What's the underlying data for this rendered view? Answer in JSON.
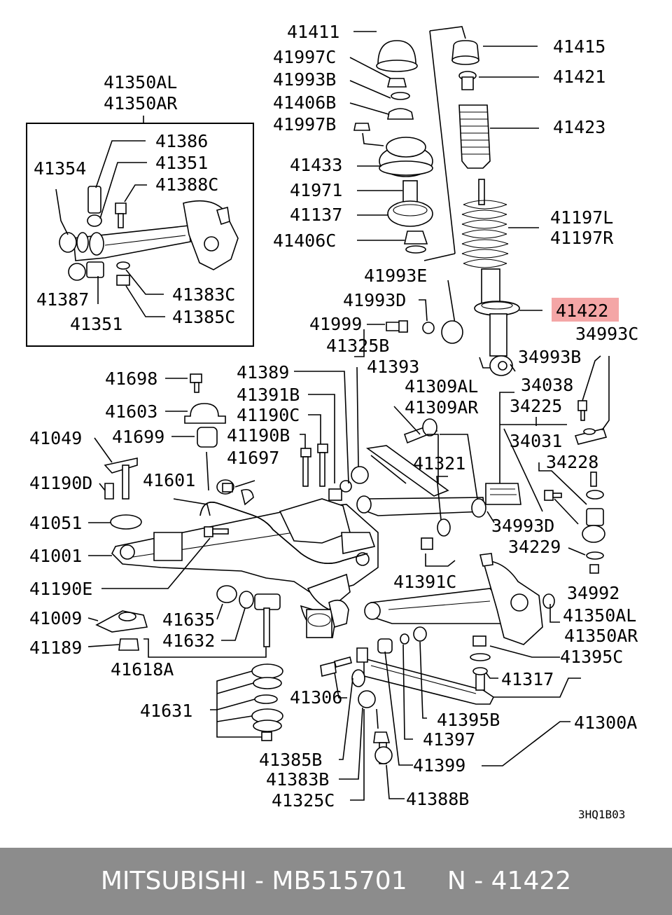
{
  "diagram": {
    "highlight_color": "#f4a6a6",
    "diagram_code": "3HQ1B03",
    "highlighted_part": "41422",
    "labels": {
      "l41411": "41411",
      "l41997C": "41997C",
      "l41993B": "41993B",
      "l41406B": "41406B",
      "l41997B": "41997B",
      "l41433": "41433",
      "l41971": "41971",
      "l41137": "41137",
      "l41406C": "41406C",
      "l41993E": "41993E",
      "l41993D": "41993D",
      "l41999": "41999",
      "l41325B": "41325B",
      "l41415": "41415",
      "l41421": "41421",
      "l41423": "41423",
      "l41197L": "41197L",
      "l41197R": "41197R",
      "l41422": "41422",
      "l34993C": "34993C",
      "l34993B": "34993B",
      "l34038": "34038",
      "l34225": "34225",
      "l34031": "34031",
      "l34228": "34228",
      "l34993D": "34993D",
      "l34229": "34229",
      "l34992": "34992",
      "l41350AL_a": "41350AL",
      "l41350AR_a": "41350AR",
      "l41386": "41386",
      "l41351_a": "41351",
      "l41354": "41354",
      "l41388C": "41388C",
      "l41387": "41387",
      "l41351_b": "41351",
      "l41383C": "41383C",
      "l41385C": "41385C",
      "l41698": "41698",
      "l41603": "41603",
      "l41049": "41049",
      "l41699": "41699",
      "l41190D": "41190D",
      "l41051": "41051",
      "l41001": "41001",
      "l41190E": "41190E",
      "l41009": "41009",
      "l41189": "41189",
      "l41618A": "41618A",
      "l41635": "41635",
      "l41632": "41632",
      "l41631": "41631",
      "l41601": "41601",
      "l41389": "41389",
      "l41391B": "41391B",
      "l41190C": "41190C",
      "l41190B": "41190B",
      "l41697": "41697",
      "l41393": "41393",
      "l41309AL": "41309AL",
      "l41309AR": "41309AR",
      "l41321": "41321",
      "l41391C": "41391C",
      "l41350AL_b": "41350AL",
      "l41350AR_b": "41350AR",
      "l41395C": "41395C",
      "l41317": "41317",
      "l41300A": "41300A",
      "l41306": "41306",
      "l41395B": "41395B",
      "l41397": "41397",
      "l41399": "41399",
      "l41385B": "41385B",
      "l41383B": "41383B",
      "l41325C": "41325C",
      "l41388B": "41388B"
    }
  },
  "footer": {
    "text": "MITSUBISHI - MB515701     N - 41422",
    "background": "#8c8c8c"
  }
}
